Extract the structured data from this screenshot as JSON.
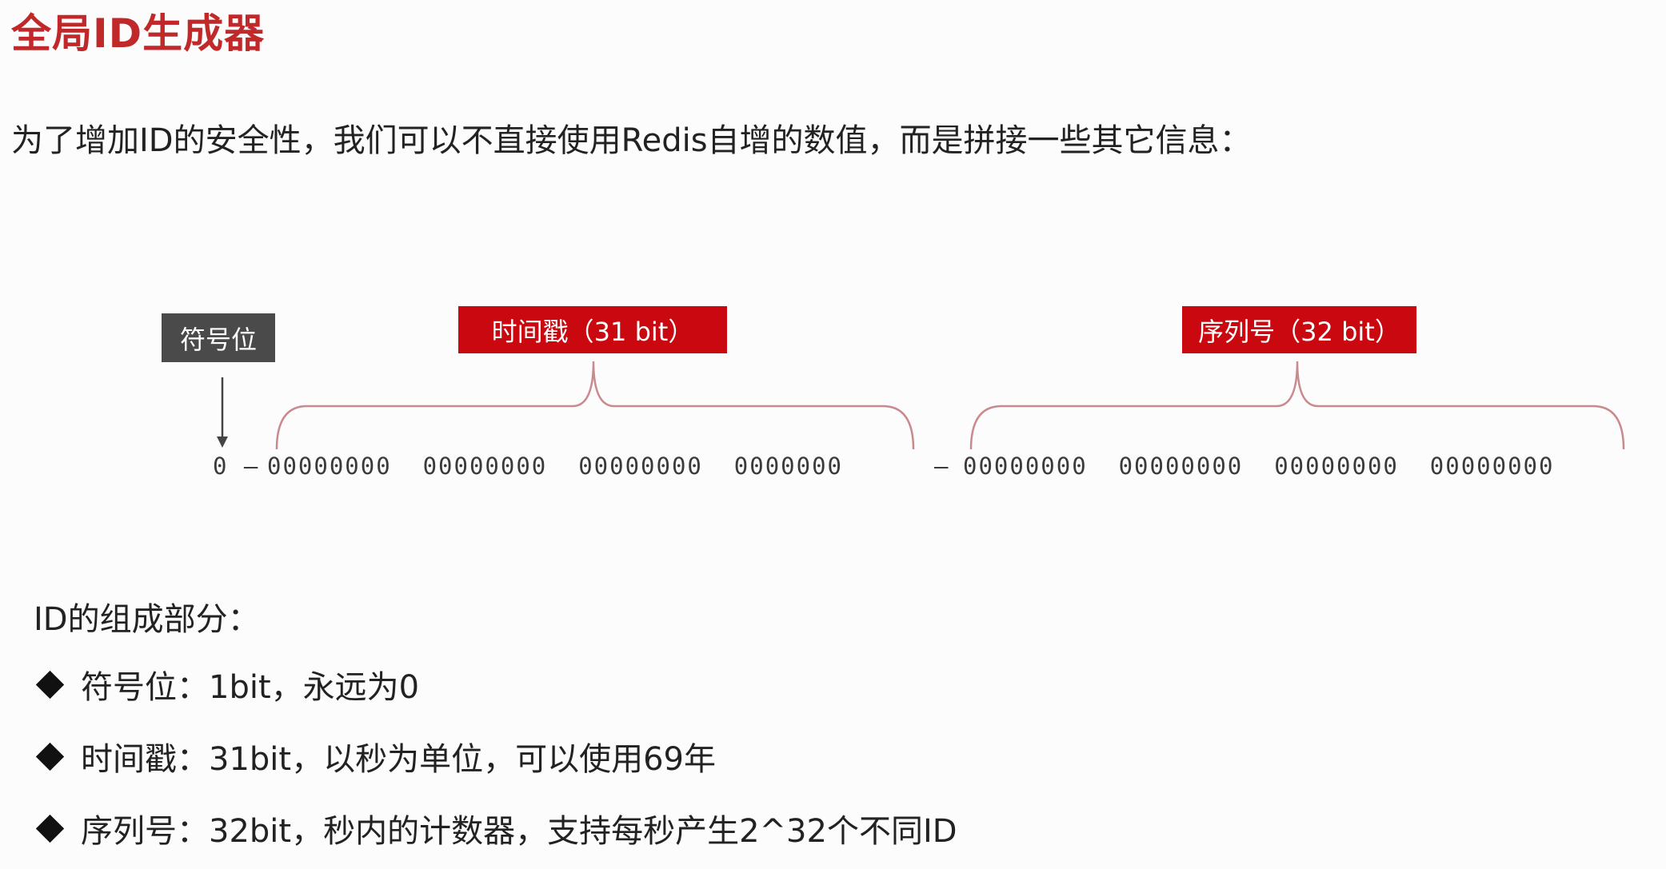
{
  "title": "全局ID生成器",
  "intro": "为了增加ID的安全性，我们可以不直接使用Redis自增的数值，而是拼接一些其它信息：",
  "diagram": {
    "sign_label": "符号位",
    "timestamp_label": "时间戳（31 bit）",
    "sequence_label": "序列号（32 bit）",
    "sign_bits": "0 –",
    "timestamp_bits": "00000000  00000000  00000000  0000000",
    "separator": "–",
    "sequence_bits": "00000000  00000000  00000000  00000000",
    "colors": {
      "accent": "#c9090f",
      "sign_box": "#4a4a4a",
      "brace": "#c98a8e"
    }
  },
  "parts": {
    "heading": "ID的组成部分：",
    "items": [
      "符号位：1bit，永远为0",
      "时间戳：31bit，以秒为单位，可以使用69年",
      "序列号：32bit，秒内的计数器，支持每秒产生2^32个不同ID"
    ],
    "bullet_icon": "diamond-bullet-icon"
  }
}
